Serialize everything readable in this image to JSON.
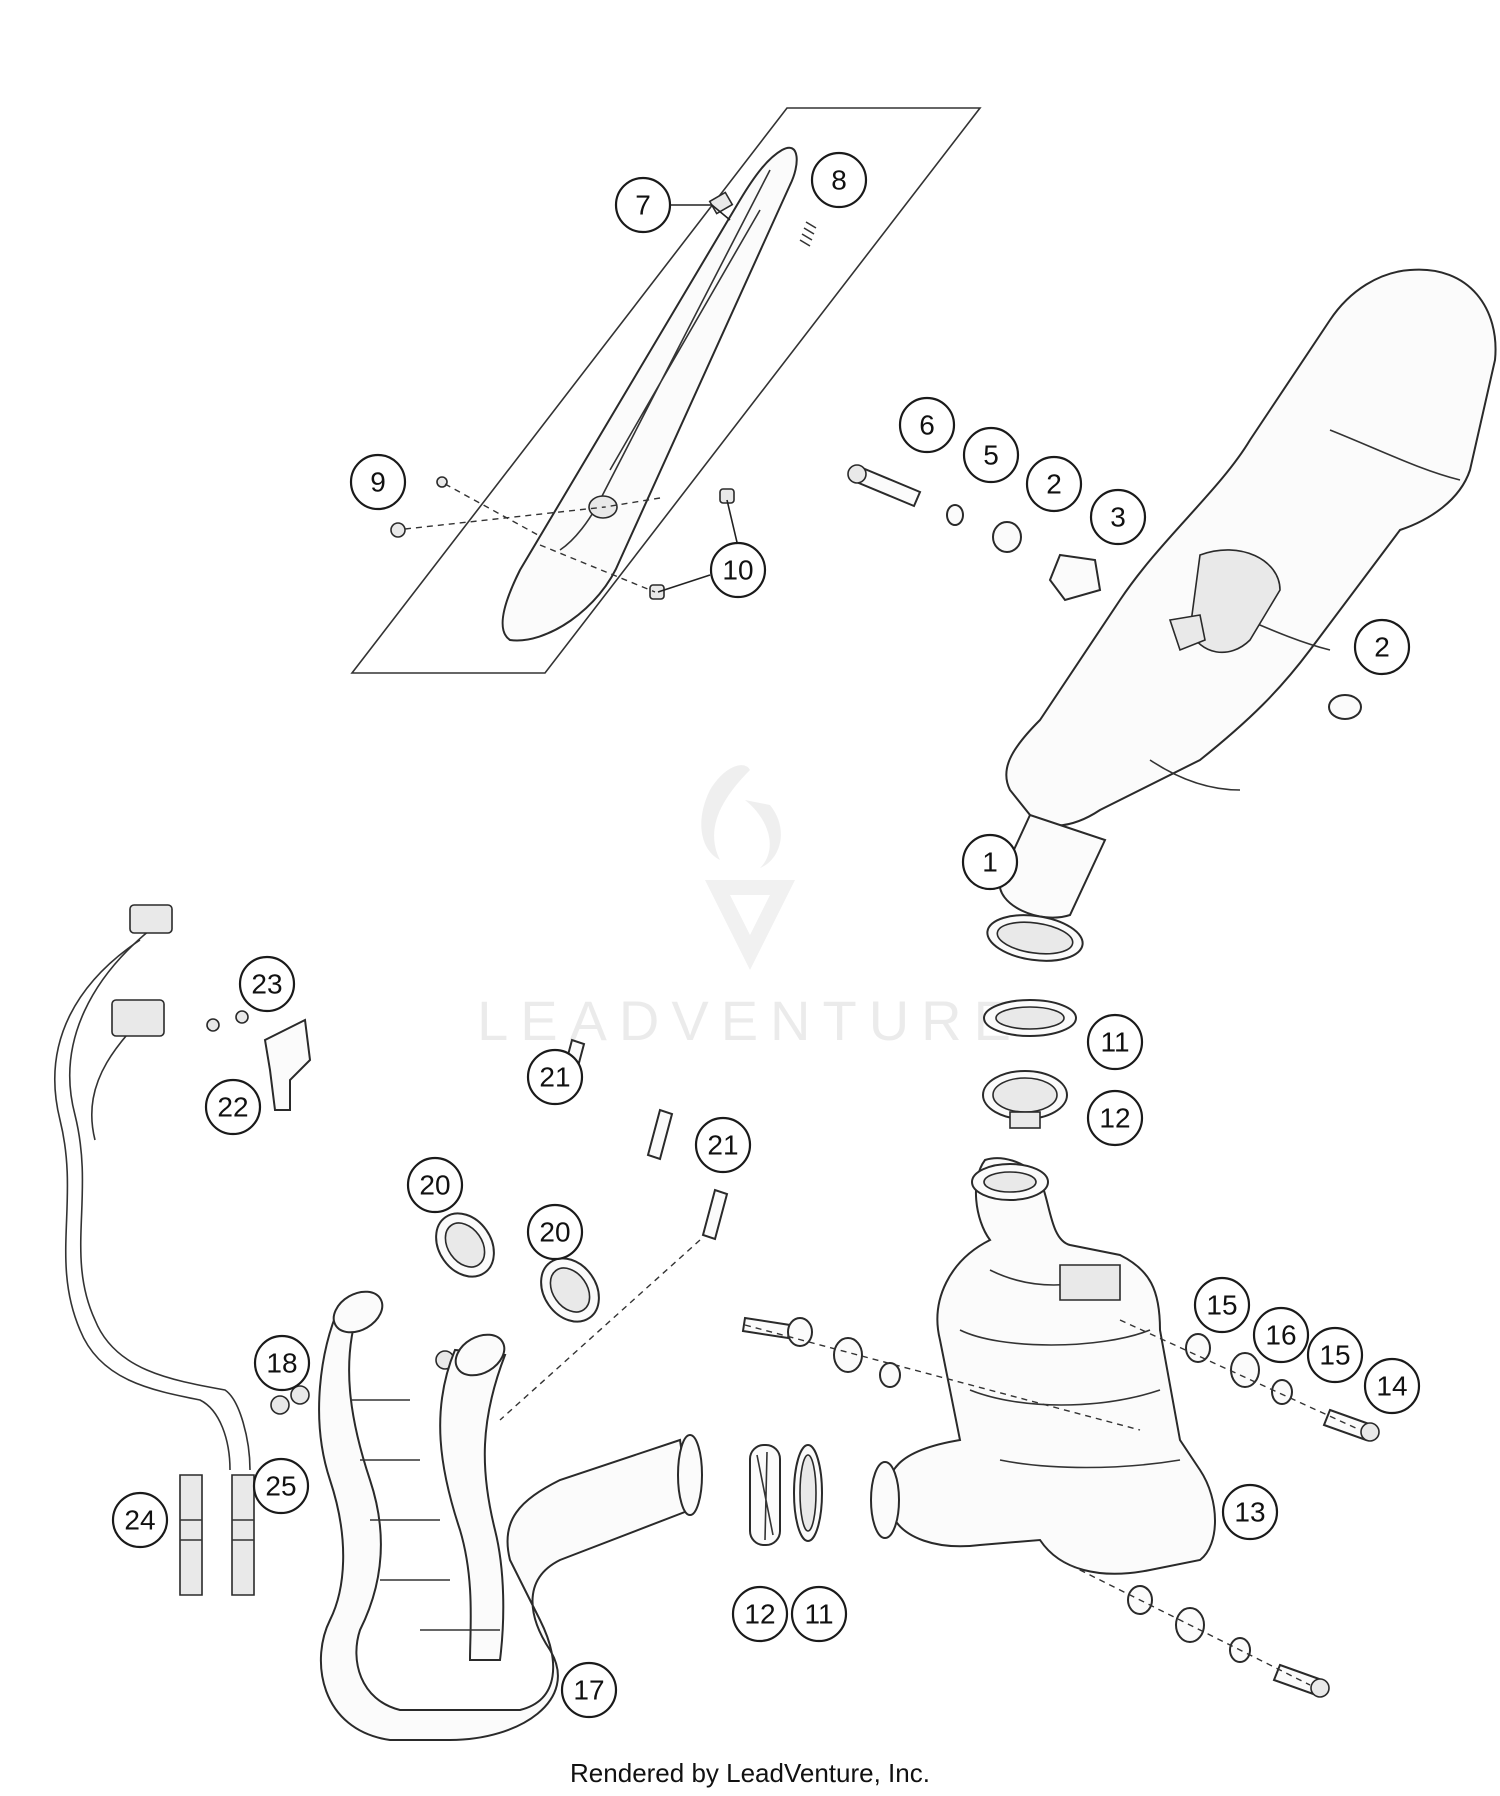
{
  "watermark": {
    "text": "LEADVENTURE"
  },
  "footer": {
    "credit": "Rendered by LeadVenture, Inc."
  },
  "callouts": [
    {
      "id": "c7",
      "label": "7"
    },
    {
      "id": "c8",
      "label": "8"
    },
    {
      "id": "c9",
      "label": "9"
    },
    {
      "id": "c10",
      "label": "10"
    },
    {
      "id": "c6",
      "label": "6"
    },
    {
      "id": "c5",
      "label": "5"
    },
    {
      "id": "c2a",
      "label": "2"
    },
    {
      "id": "c3",
      "label": "3"
    },
    {
      "id": "c2b",
      "label": "2"
    },
    {
      "id": "c1",
      "label": "1"
    },
    {
      "id": "c23",
      "label": "23"
    },
    {
      "id": "c22",
      "label": "22"
    },
    {
      "id": "c11a",
      "label": "11"
    },
    {
      "id": "c12a",
      "label": "12"
    },
    {
      "id": "c21a",
      "label": "21"
    },
    {
      "id": "c21b",
      "label": "21"
    },
    {
      "id": "c20a",
      "label": "20"
    },
    {
      "id": "c20b",
      "label": "20"
    },
    {
      "id": "c15a",
      "label": "15"
    },
    {
      "id": "c16",
      "label": "16"
    },
    {
      "id": "c15b",
      "label": "15"
    },
    {
      "id": "c14",
      "label": "14"
    },
    {
      "id": "c18",
      "label": "18"
    },
    {
      "id": "c25",
      "label": "25"
    },
    {
      "id": "c24",
      "label": "24"
    },
    {
      "id": "c13",
      "label": "13"
    },
    {
      "id": "c12b",
      "label": "12"
    },
    {
      "id": "c11b",
      "label": "11"
    },
    {
      "id": "c17",
      "label": "17"
    }
  ]
}
